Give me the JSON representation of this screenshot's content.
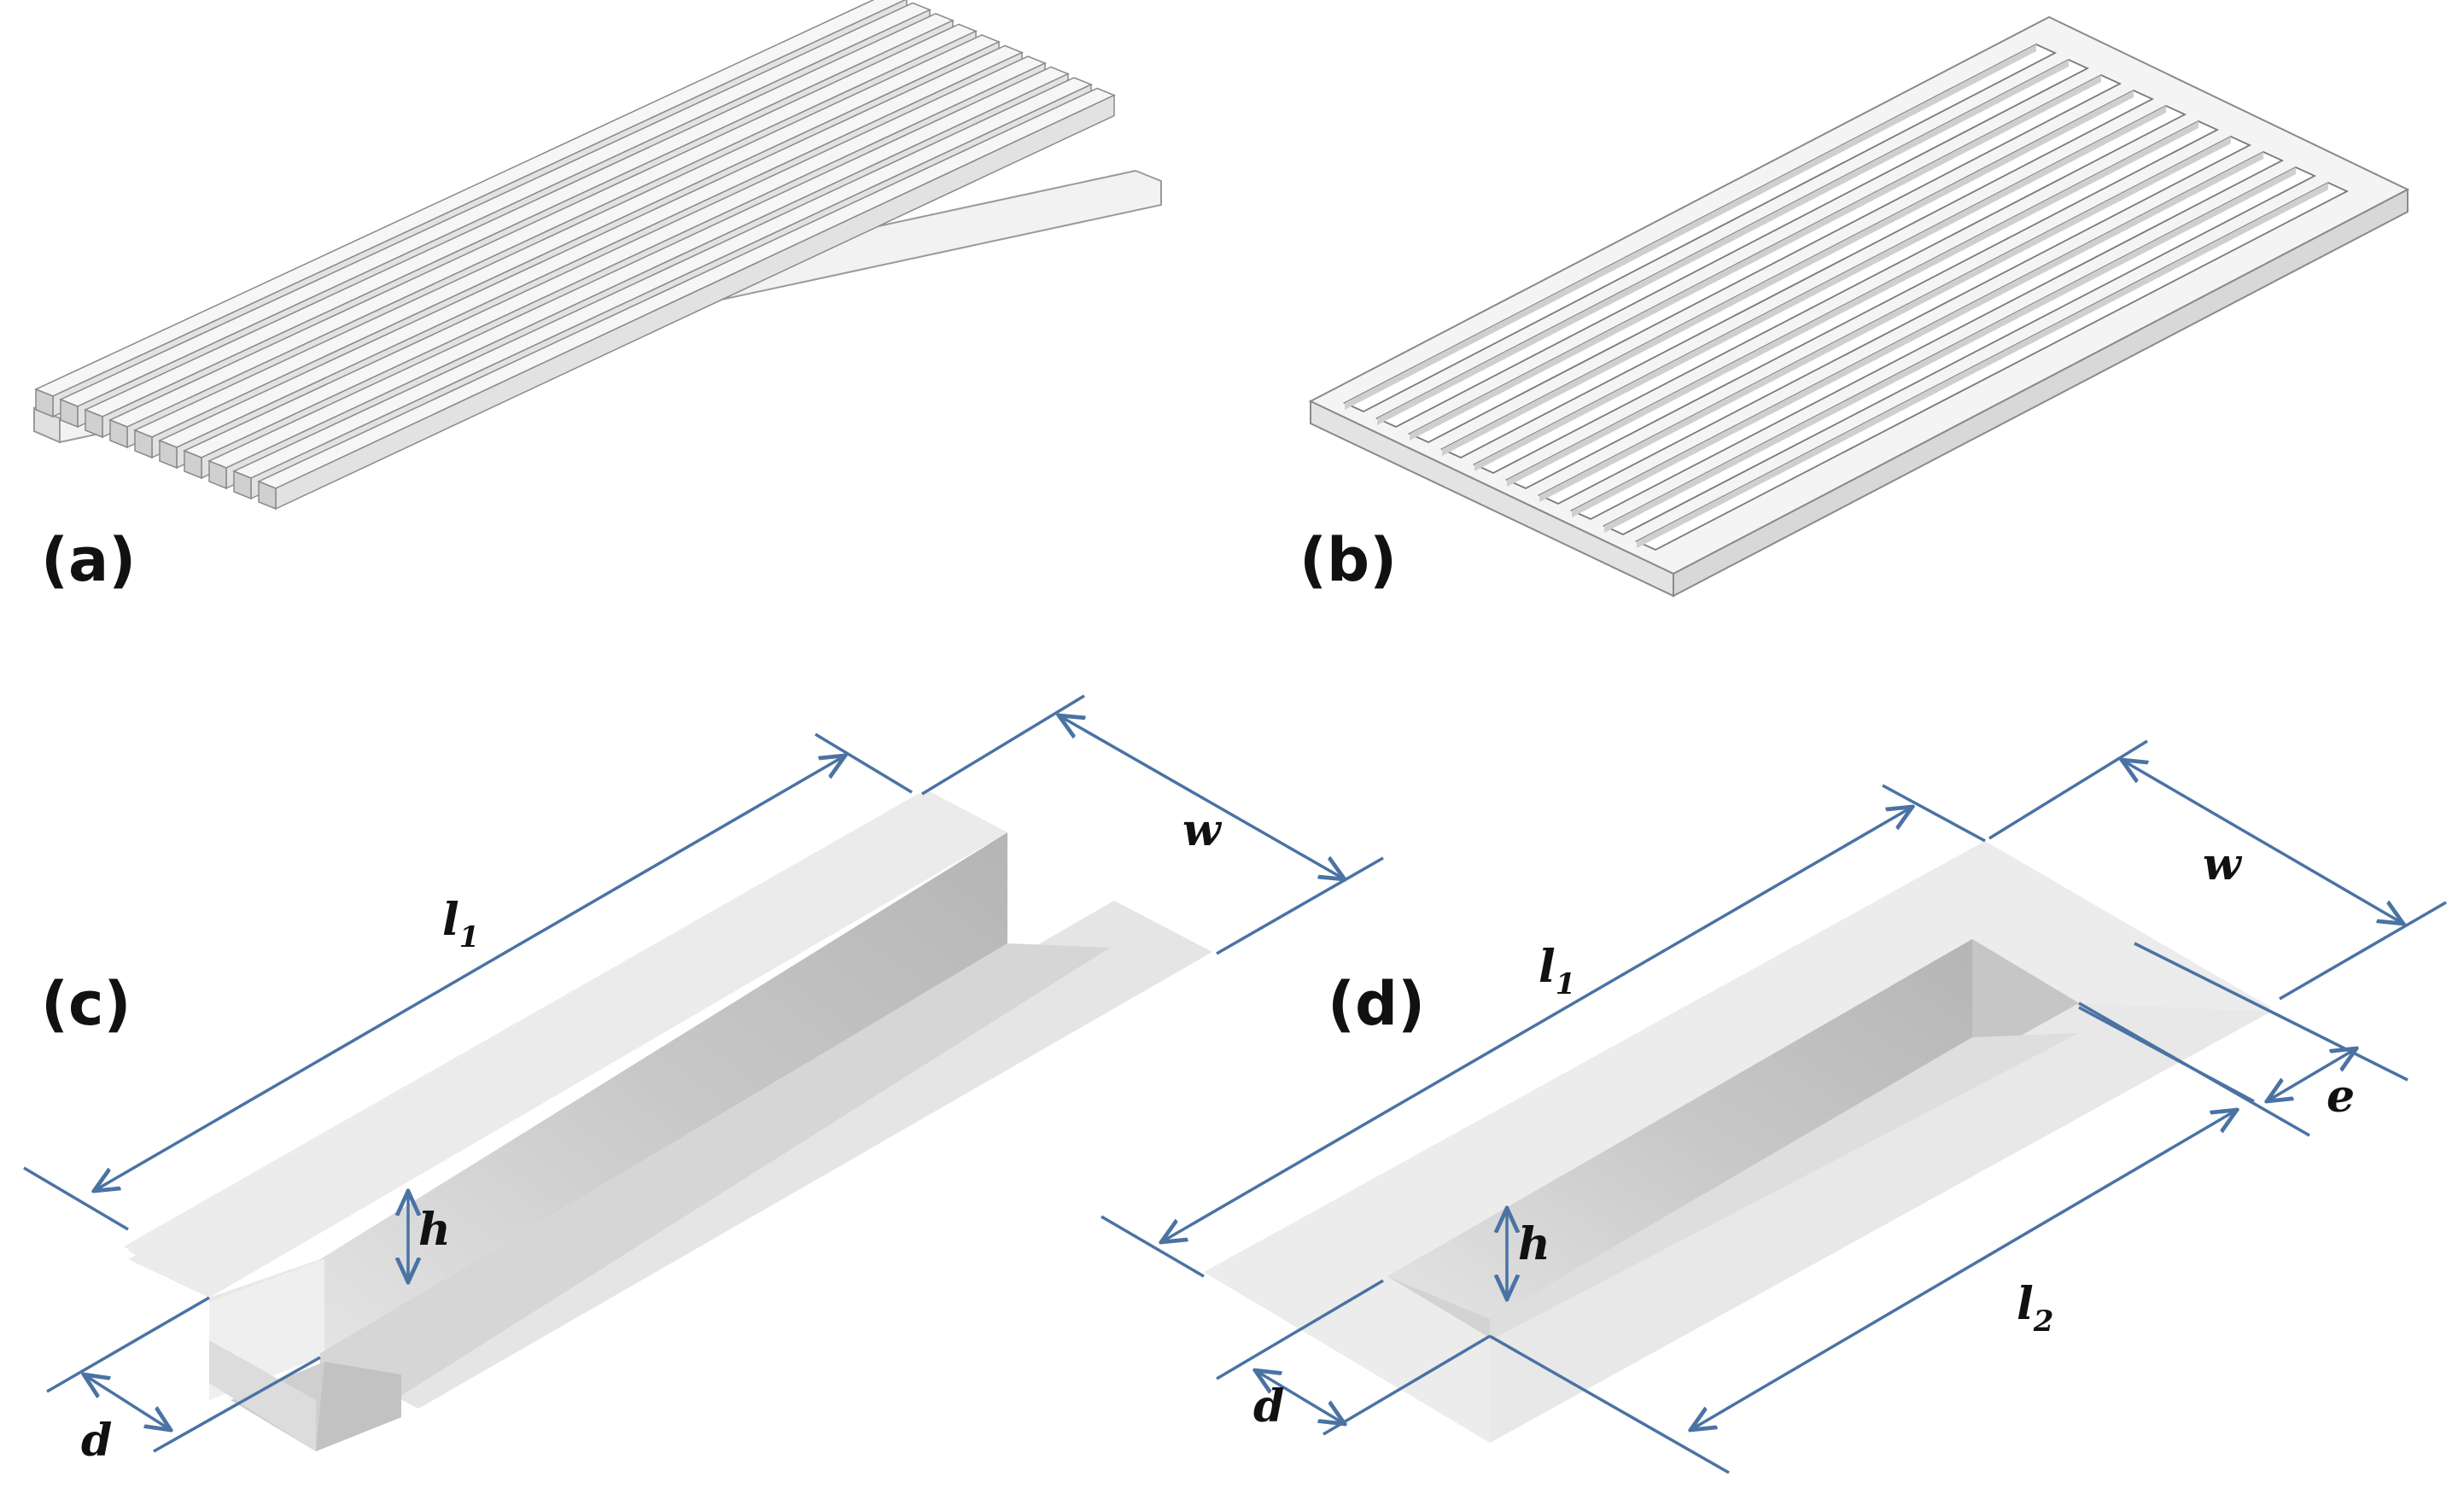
{
  "panels": {
    "a": {
      "label": "(a)"
    },
    "b": {
      "label": "(b)"
    },
    "c": {
      "label": "(c)"
    },
    "d": {
      "label": "(d)"
    }
  },
  "dimensions": {
    "c": {
      "l": "l",
      "l_sub": "1",
      "w": "w",
      "h": "h",
      "d": "d"
    },
    "d": {
      "l1": "l",
      "l1_sub": "1",
      "l2": "l",
      "l2_sub": "2",
      "w": "w",
      "e": "e",
      "h": "h",
      "d": "d"
    }
  },
  "colors": {
    "dimension_line": "#4a73a3",
    "surface_light": "#e6e6e6",
    "surface_top": "#f4f4f4",
    "wall_dark": "#bdbdbd"
  }
}
